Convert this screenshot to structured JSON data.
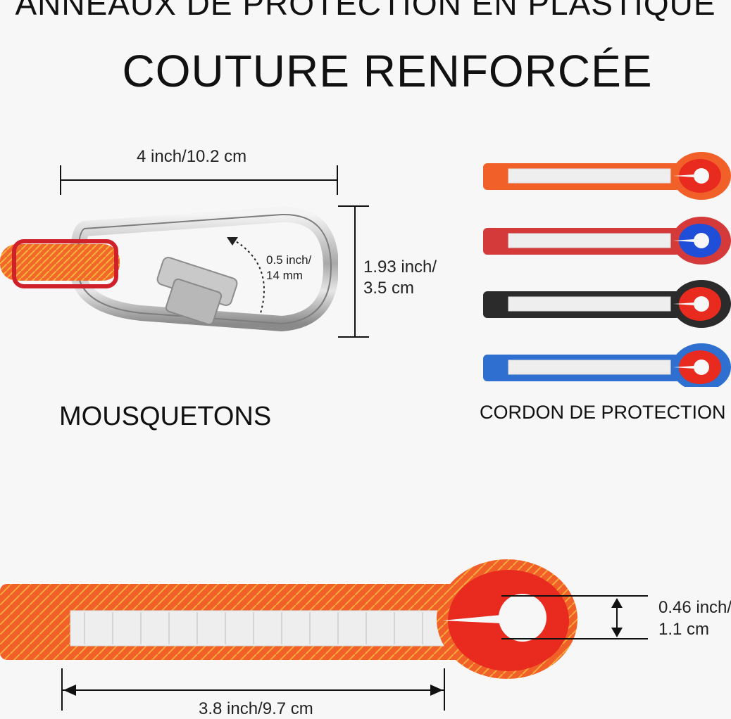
{
  "header": {
    "line1": "ANNEAUX DE PROTECTION EN PLASTIQUE",
    "line2": "COUTURE RENFORCÉE"
  },
  "carabiner": {
    "caption": "MOUSQUETONS",
    "width_label": "4 inch/10.2 cm",
    "height_label_1": "1.93 inch/",
    "height_label_2": "3.5 cm",
    "gate_label_1": "0.5 inch/",
    "gate_label_2": "14 mm"
  },
  "cords": {
    "caption": "CORDON DE PROTECTION",
    "colors": [
      "#f2602a",
      "#d43a3a",
      "#2b2b2b",
      "#2f6fd0"
    ],
    "eye_colors": [
      "#e82a1f",
      "#1f4fd8",
      "#e82a1f",
      "#e82a1f"
    ]
  },
  "loop": {
    "eye_label_1": "0.46 inch/",
    "eye_label_2": "1.1 cm",
    "length_label": "3.8 inch/9.7 cm"
  }
}
